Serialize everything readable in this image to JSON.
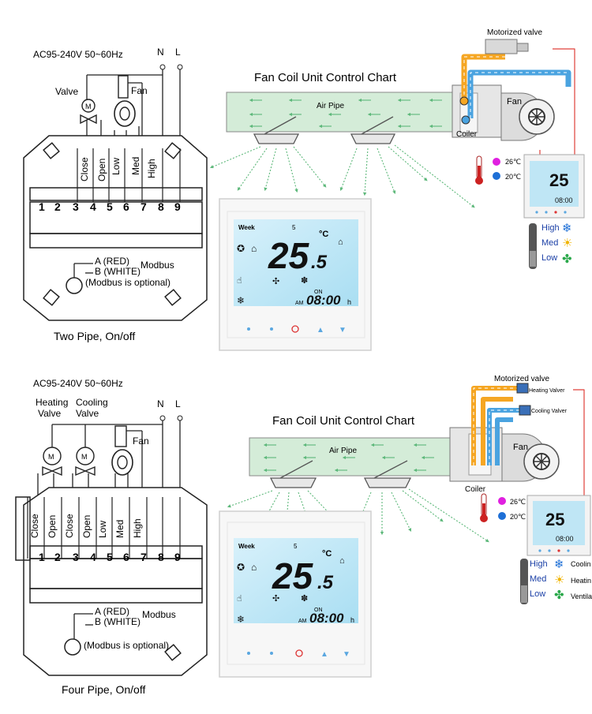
{
  "panels": [
    {
      "supply": "AC95-240V  50~60Hz",
      "neutral": "N",
      "live": "L",
      "valve_labels": [
        "Valve"
      ],
      "fan_label": "Fan",
      "terminal_wires": [
        "Close",
        "Open",
        "Low",
        "Med",
        "High"
      ],
      "terminal_numbers": [
        "1",
        "2",
        "3",
        "4",
        "5",
        "6",
        "7",
        "8",
        "9"
      ],
      "modbus_a": "A (RED)",
      "modbus_b": "B (WHITE)",
      "modbus_label": "Modbus",
      "modbus_note": "(Modbus is optional)",
      "caption": "Two Pipe, On/off",
      "chart_title": "Fan Coil Unit Control Chart",
      "air_pipe": "Air Pipe",
      "motorized_valve": "Motorized valve",
      "valve_tags": [],
      "coiler": "Coiler",
      "unit_fan": "Fan",
      "temp_heat": "26℃",
      "temp_cool": "20℃",
      "speeds": [
        "High",
        "Med",
        "Low"
      ],
      "modes": [],
      "thermostat": {
        "week": "Week",
        "day": "5",
        "unit": "°C",
        "temp": "25",
        "decimal": ".5",
        "on": "ON",
        "ampm": "AM",
        "time": "08:00",
        "h": "h"
      }
    },
    {
      "supply": "AC95-240V  50~60Hz",
      "neutral": "N",
      "live": "L",
      "valve_labels": [
        "Heating",
        "Cooling",
        "Valve",
        "Valve"
      ],
      "fan_label": "Fan",
      "terminal_wires": [
        "Close",
        "Open",
        "Close",
        "Open",
        "Low",
        "Med",
        "High"
      ],
      "terminal_numbers": [
        "1",
        "2",
        "3",
        "4",
        "5",
        "6",
        "7",
        "8",
        "9"
      ],
      "modbus_a": "A (RED)",
      "modbus_b": "B (WHITE)",
      "modbus_label": "Modbus",
      "modbus_note": "(Modbus is optional)",
      "caption": "Four Pipe, On/off",
      "chart_title": "Fan Coil Unit Control Chart",
      "air_pipe": "Air Pipe",
      "motorized_valve": "Motorized valve",
      "valve_tags": [
        "Heating Valver",
        "Cooling Valver"
      ],
      "coiler": "Coiler",
      "unit_fan": "Fan",
      "temp_heat": "26℃",
      "temp_cool": "20℃",
      "speeds": [
        "High",
        "Med",
        "Low"
      ],
      "modes": [
        "Coolin",
        "Heatin",
        "Ventilat"
      ],
      "thermostat": {
        "week": "Week",
        "day": "5",
        "unit": "°C",
        "temp": "25",
        "decimal": ".5",
        "on": "ON",
        "ampm": "AM",
        "time": "08:00",
        "h": "h"
      }
    }
  ],
  "colors": {
    "hot_pipe": "#f5a623",
    "cold_pipe": "#4aa3e0",
    "duct": "#d4ecd8",
    "arrow": "#5db87a",
    "screen": "#bfe6f5",
    "wire": "#222222",
    "red_wire": "#e0403a"
  }
}
